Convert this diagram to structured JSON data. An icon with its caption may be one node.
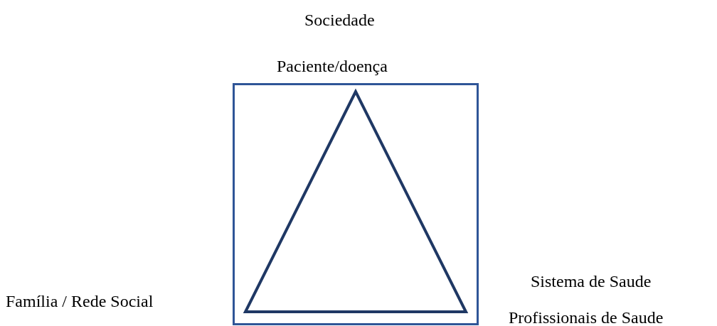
{
  "diagram": {
    "nodes": [
      {
        "text": [],
        "shape": "box"
      },
      {
        "text": [],
        "shape": "triangle",
        "in": 0
      }
    ],
    "labels": [
      "Sociedade",
      "Paciente/doença",
      "Família / Rede Social",
      "Sistema de Saude",
      "Profissionais de Saude"
    ]
  }
}
